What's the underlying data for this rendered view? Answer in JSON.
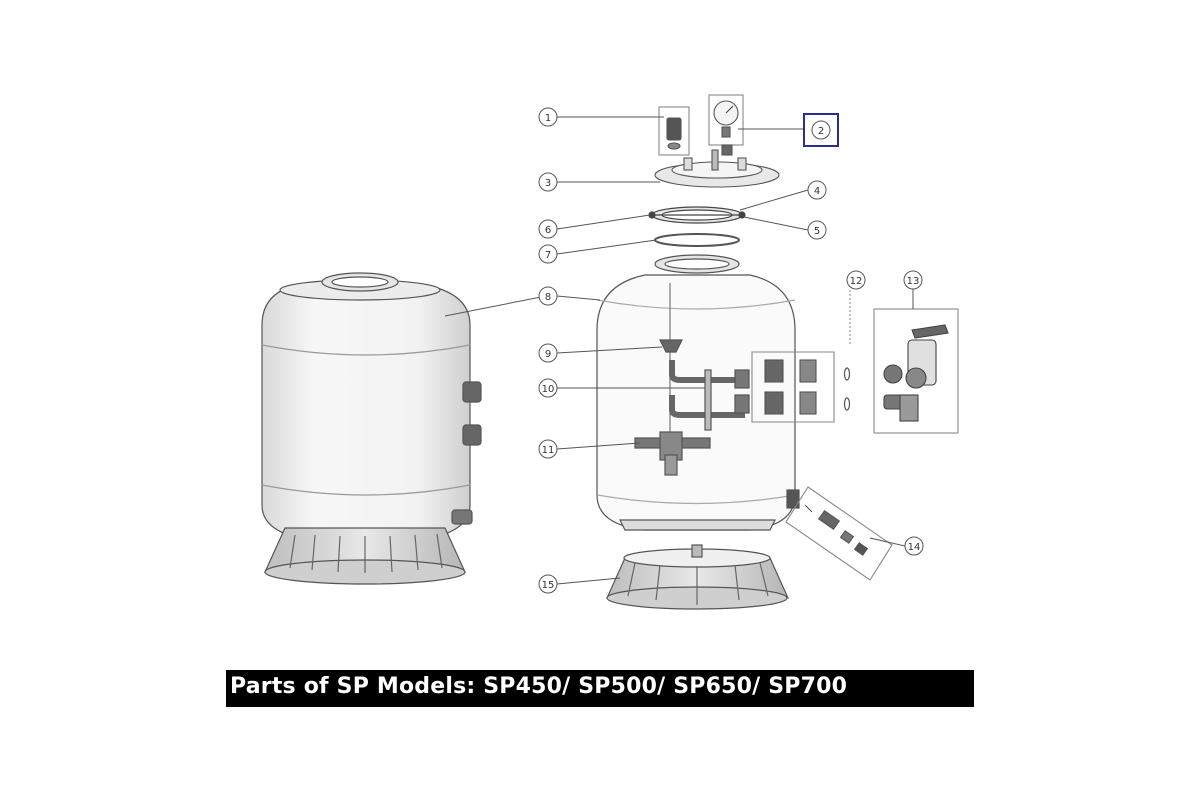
{
  "caption": "Parts of SP Models: SP450/ SP500/ SP650/ SP700",
  "highlight_color": "#2a2f8f",
  "parts": [
    {
      "number": "1"
    },
    {
      "number": "2",
      "highlighted": true
    },
    {
      "number": "3"
    },
    {
      "number": "4"
    },
    {
      "number": "5"
    },
    {
      "number": "6"
    },
    {
      "number": "7"
    },
    {
      "number": "8"
    },
    {
      "number": "9"
    },
    {
      "number": "10"
    },
    {
      "number": "11"
    },
    {
      "number": "12"
    },
    {
      "number": "13"
    },
    {
      "number": "14"
    },
    {
      "number": "15"
    }
  ]
}
